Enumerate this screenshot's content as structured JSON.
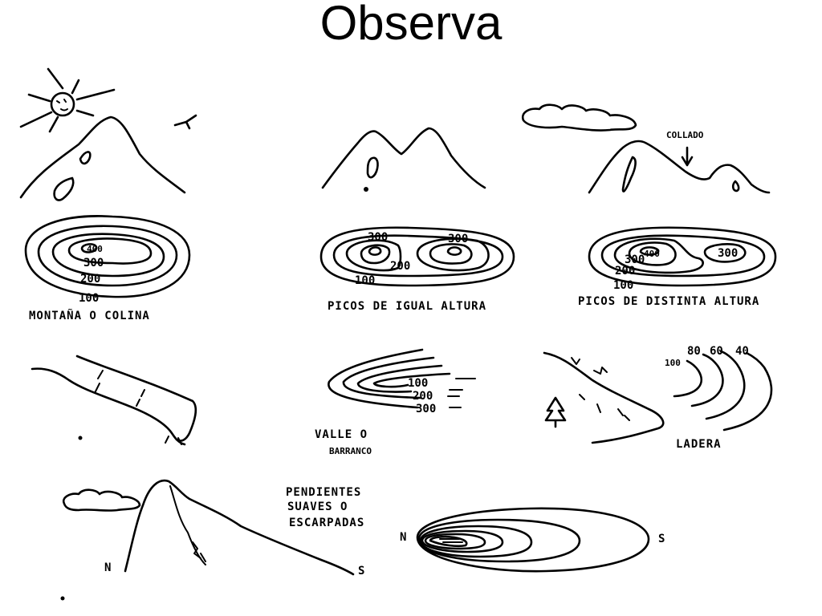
{
  "title": "Observa",
  "labels": {
    "montana": "MONTAÑA O COLINA",
    "picos_igual": "PICOS DE IGUAL ALTURA",
    "picos_distinta": "PICOS DE DISTINTA ALTURA",
    "collado": "COLLADO",
    "valle_line1": "VALLE O",
    "valle_line2": "BARRANCO",
    "ladera": "LADERA",
    "pendientes_line1": "PENDIENTES",
    "pendientes_line2": "SUAVES O",
    "pendientes_line3": "ESCARPADAS"
  },
  "contours": {
    "montana": [
      "400",
      "300",
      "200",
      "100"
    ],
    "picos_igual": [
      "300",
      "300",
      "200",
      "100"
    ],
    "picos_distinta": [
      "400",
      "300",
      "200",
      "100",
      "300"
    ],
    "valle": [
      "100",
      "200",
      "300"
    ],
    "ladera": [
      "100",
      "80",
      "60",
      "40"
    ]
  },
  "directions": {
    "profile_north": "N",
    "profile_south": "S",
    "map_north": "N",
    "map_south": "S"
  }
}
